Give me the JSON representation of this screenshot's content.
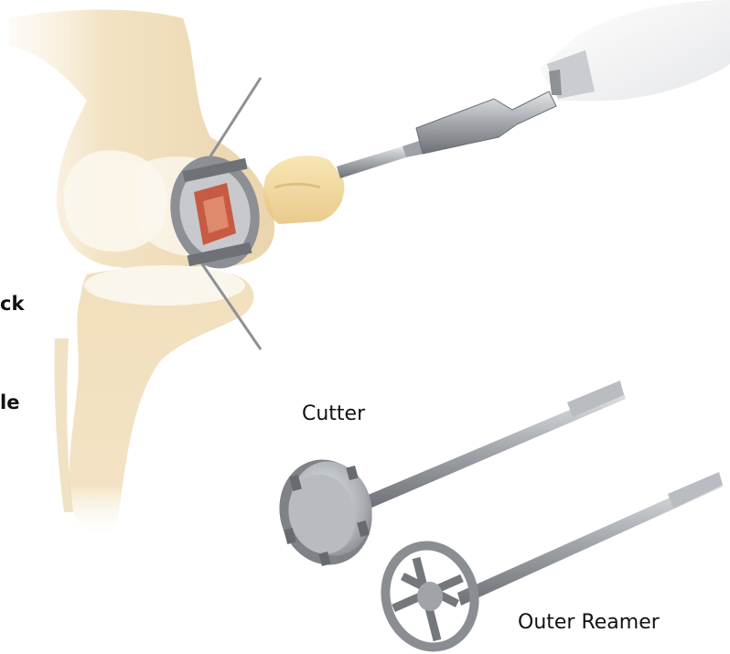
{
  "labels": {
    "cutter": "Cutter",
    "outer_reamer": "Outer Reamer",
    "cut_left_1": "ck",
    "cut_left_2": "le"
  },
  "icons": [
    "knee-joint-illustration",
    "drill-chuck-icon",
    "guide-block-icon",
    "cutter-tool-icon",
    "outer-reamer-tool-icon"
  ],
  "colors": {
    "bone": "#f3e3c4",
    "bone_shadow": "#e5cfa5",
    "cartilage": "#fbf8ef",
    "metal": "#9a9da1",
    "metal_dark": "#5f6368",
    "metal_light": "#d4d6d9",
    "tissue": "#c65a42",
    "handle": "#f1d596"
  }
}
